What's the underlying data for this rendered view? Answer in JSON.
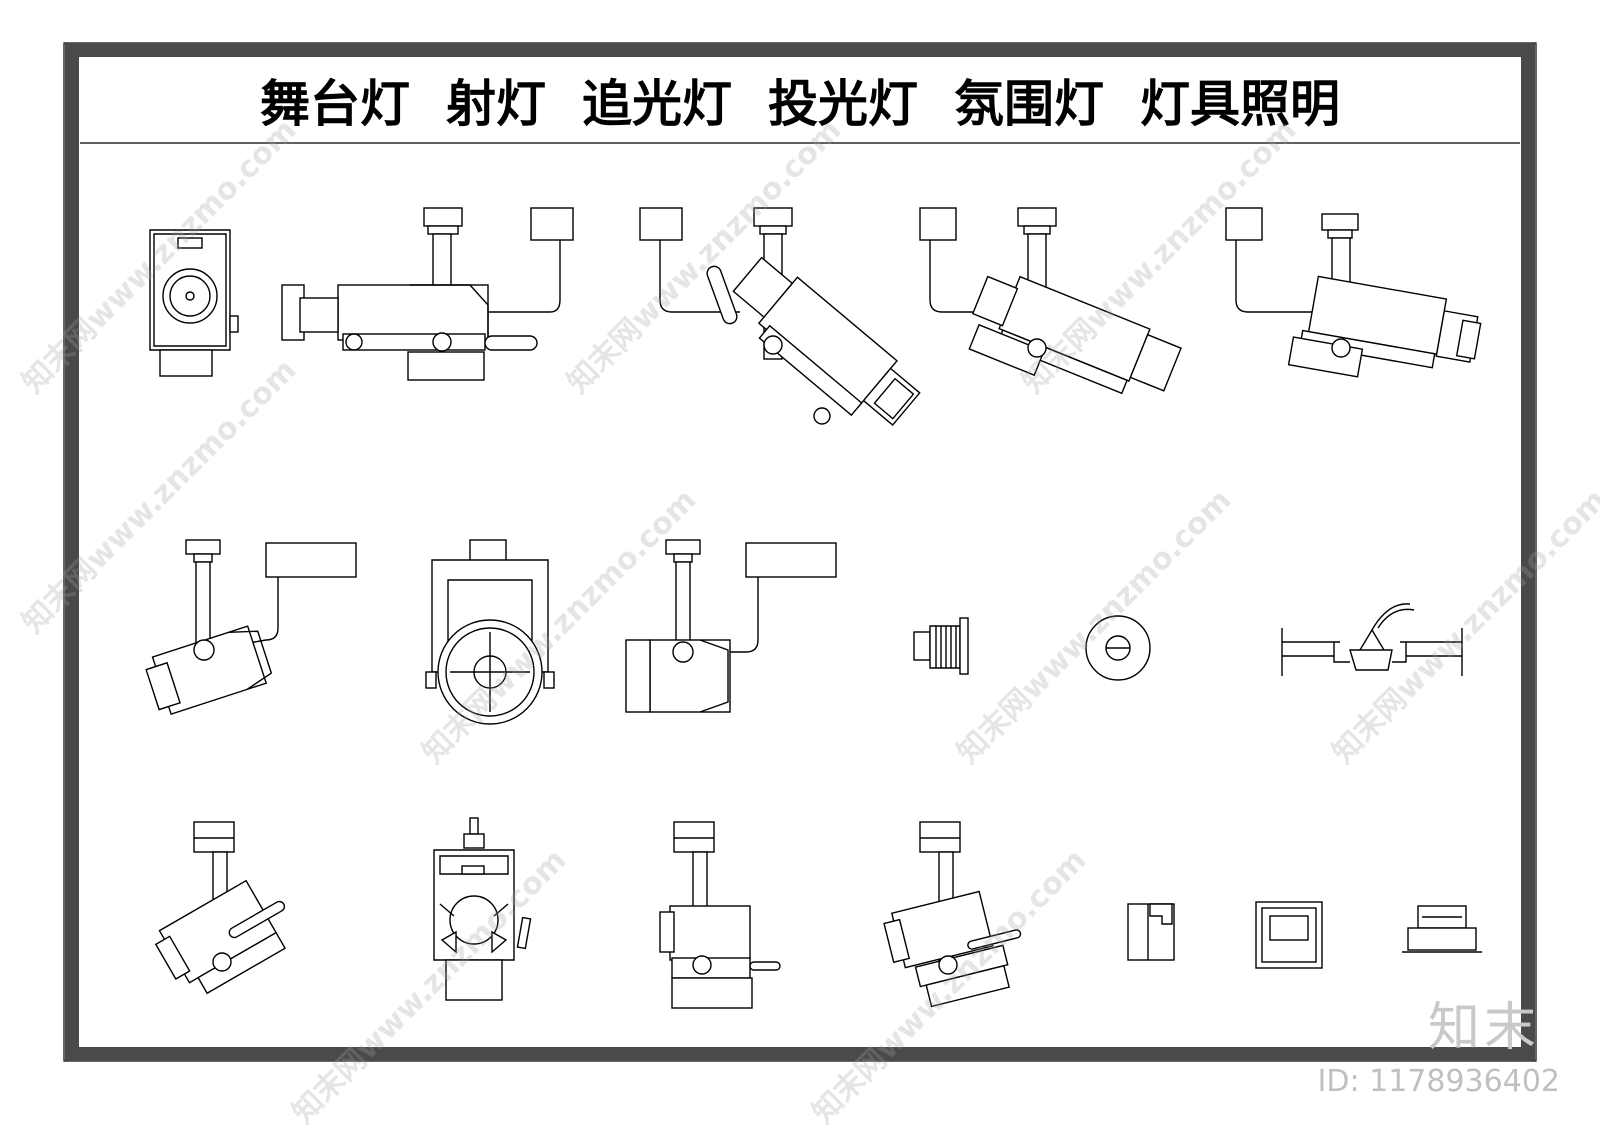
{
  "title_items": [
    "舞台灯",
    "射灯",
    "追光灯",
    "投光灯",
    "氛围灯",
    "灯具照明"
  ],
  "watermark_text": "知末网www.znzmo.com",
  "brand": "知末",
  "id_label": "ID: 1178936402",
  "colors": {
    "frame": "#4a4a4a",
    "line": "#000000",
    "watermark": "#a0a0a0"
  }
}
